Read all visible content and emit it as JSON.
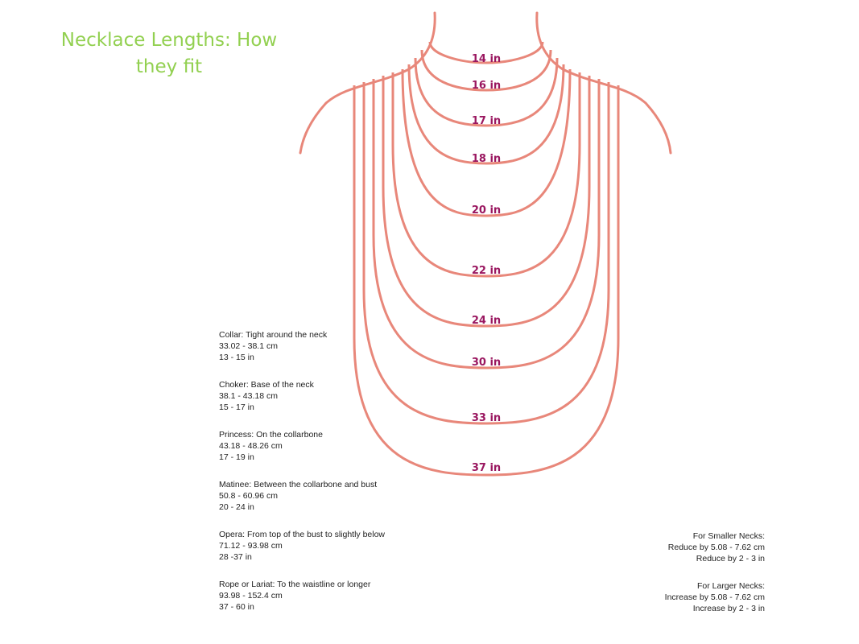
{
  "title": "Necklace Lengths: How they fit",
  "colors": {
    "title": "#92d050",
    "chain": "#e8877a",
    "label": "#9a1760",
    "text": "#222222"
  },
  "necklace_labels": [
    "14 in",
    "16 in",
    "17 in",
    "18 in",
    "20 in",
    "22 in",
    "24 in",
    "30 in",
    "33 in",
    "37 in"
  ],
  "styles": [
    {
      "name": "Collar: Tight around the neck",
      "cm": "33.02 - 38.1 cm",
      "inches": "13 - 15 in"
    },
    {
      "name": "Choker: Base of the neck",
      "cm": "38.1 - 43.18 cm",
      "inches": "15 - 17 in"
    },
    {
      "name": "Princess: On the collarbone",
      "cm": "43.18 - 48.26 cm",
      "inches": "17 - 19 in"
    },
    {
      "name": "Matinee: Between the collarbone and bust",
      "cm": "50.8 - 60.96 cm",
      "inches": "20 - 24 in"
    },
    {
      "name": "Opera: From top of the bust to slightly below",
      "cm": "71.12 - 93.98 cm",
      "inches": "28 -37 in"
    },
    {
      "name": "Rope or Lariat: To the waistline or longer",
      "cm": "93.98 - 152.4 cm",
      "inches": "37 - 60 in"
    }
  ],
  "notes": [
    {
      "heading": "For Smaller Necks:",
      "cm": "Reduce by 5.08 - 7.62 cm",
      "inches": "Reduce by 2 - 3 in"
    },
    {
      "heading": "For Larger Necks:",
      "cm": "Increase by 5.08 - 7.62 cm",
      "inches": "Increase by 2 - 3 in"
    }
  ]
}
